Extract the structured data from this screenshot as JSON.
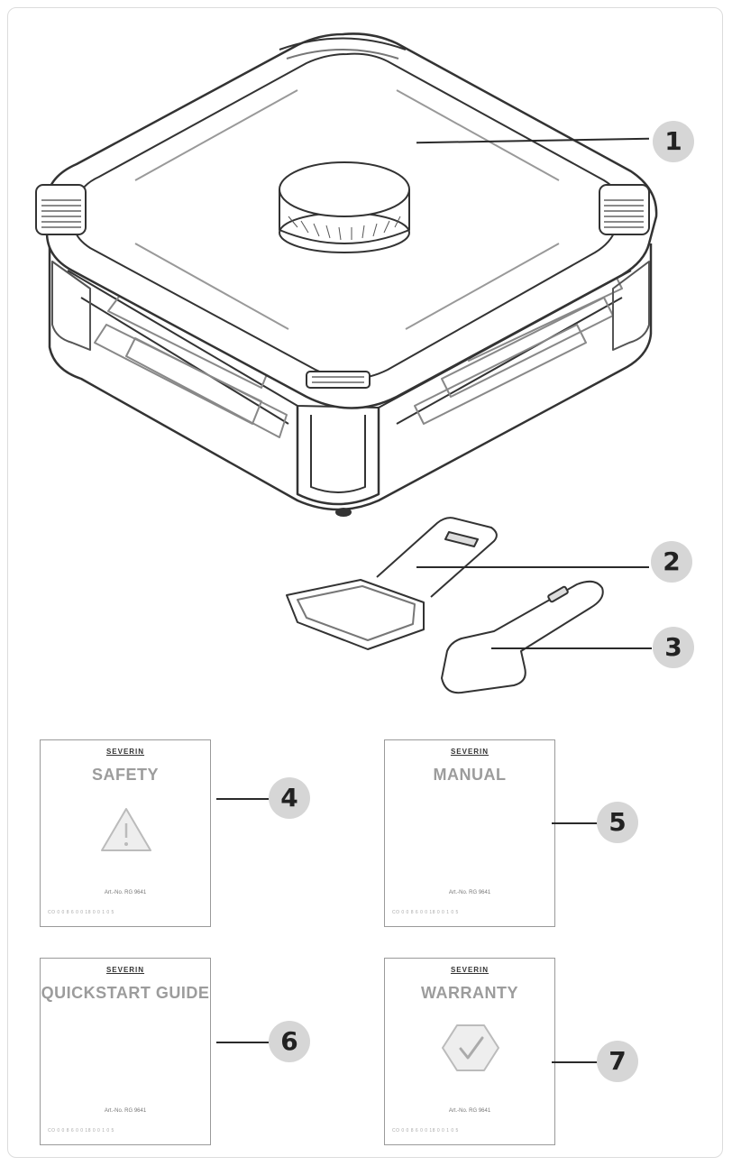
{
  "callouts": {
    "c1": "1",
    "c2": "2",
    "c3": "3",
    "c4": "4",
    "c5": "5",
    "c6": "6",
    "c7": "7"
  },
  "booklets": {
    "safety": {
      "brand": "SEVERIN",
      "title": "SAFETY",
      "artno": "Art.-No. RG 9641",
      "foot": "CO 0 0 8 6 0 0 18 0 0 1 0 5"
    },
    "manual": {
      "brand": "SEVERIN",
      "title": "MANUAL",
      "artno": "Art.-No. RG 9641",
      "foot": "CO 0 0 8 6 0 0 18 0 0 1 0 5"
    },
    "quickstart": {
      "brand": "SEVERIN",
      "title": "QUICKSTART GUIDE",
      "artno": "Art.-No. RG 9641",
      "foot": "CO 0 0 8 6 0 0 18 0 0 1 0 5"
    },
    "warranty": {
      "brand": "SEVERIN",
      "title": "WARRANTY",
      "artno": "Art.-No. RG 9641",
      "foot": "CO 0 0 8 6 0 0 18 0 0 1 0 5"
    }
  },
  "colors": {
    "callout_bg": "#d6d6d6",
    "line": "#2a2a2a",
    "booklet_title": "#9c9c9c"
  },
  "icons": {
    "warning": "warning-triangle-icon",
    "check": "check-hexagon-icon"
  }
}
